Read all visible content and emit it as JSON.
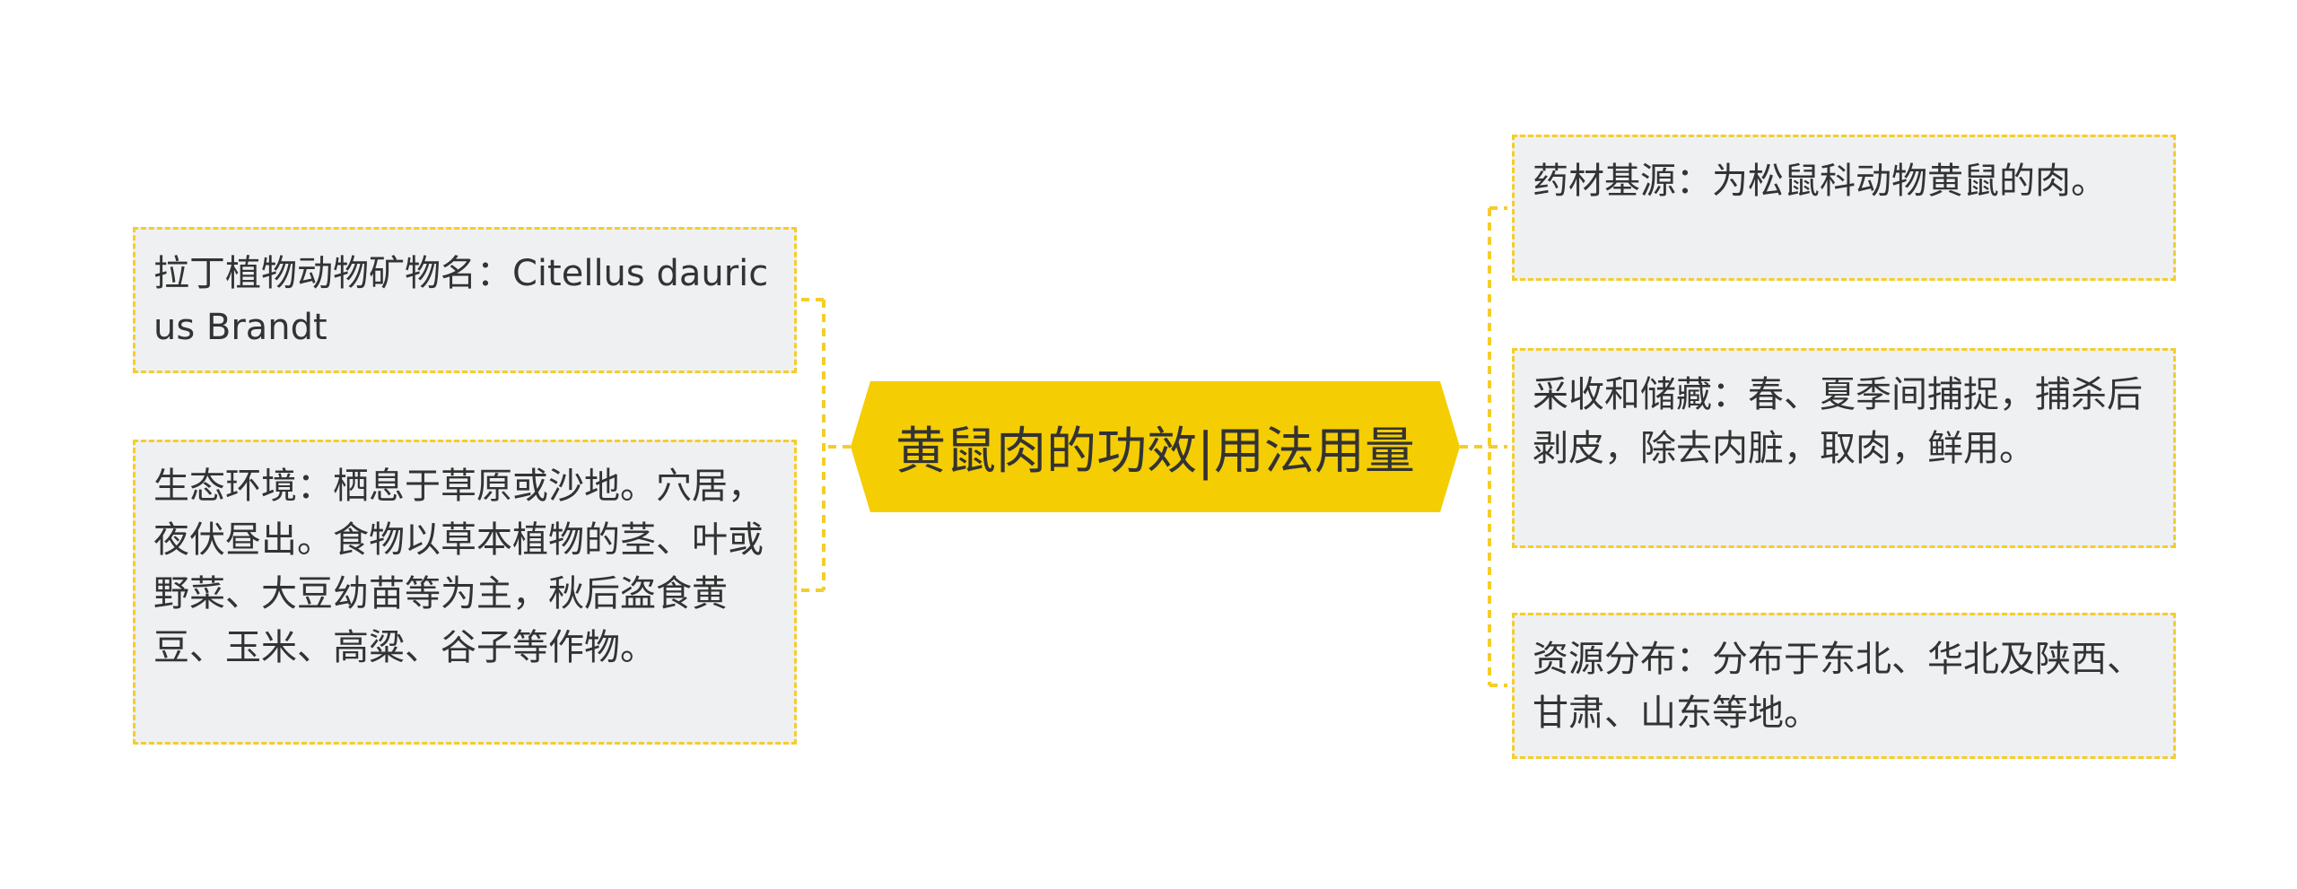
{
  "root": {
    "title": "黄鼠肉的功效|用法用量",
    "fill_color": "#f5cd03"
  },
  "left_branches": [
    {
      "text": "拉丁植物动物矿物名：Citellus dauricus Brandt"
    },
    {
      "text": "生态环境：栖息于草原或沙地。穴居，夜伏昼出。食物以草本植物的茎、叶或野菜、大豆幼苗等为主，秋后盗食黄豆、玉米、高粱、谷子等作物。"
    }
  ],
  "right_branches": [
    {
      "text": "药材基源：为松鼠科动物黄鼠的肉。"
    },
    {
      "text": "采收和储藏：春、夏季间捕捉，捕杀后剥皮，除去内脏，取肉，鲜用。"
    },
    {
      "text": "资源分布：分布于东北、华北及陕西、甘肃、山东等地。"
    }
  ],
  "colors": {
    "connector": "#f5cd2b",
    "node_background": "#eef0f2",
    "node_border": "#f5cd2b",
    "text": "#333333"
  }
}
